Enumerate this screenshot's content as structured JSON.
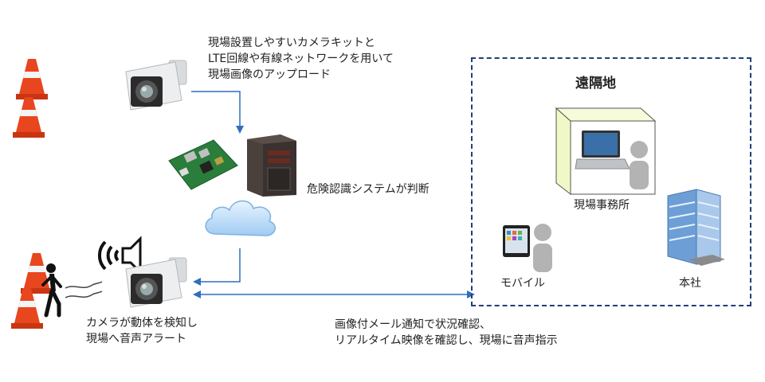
{
  "captions": {
    "upload_line1": "現場設置しやすいカメラキットと",
    "upload_line2": "LTE回線や有線ネットワークを用いて",
    "upload_line3": "現場画像のアップロード",
    "judge": "危険認識システムが判断",
    "detect_line1": "カメラが動体を検知し",
    "detect_line2": "現場へ音声アラート",
    "notify_line1": "画像付メール通知で状況確認、",
    "notify_line2": "リアルタイム映像を確認し、現場に音声指示"
  },
  "remote": {
    "title": "遠隔地",
    "office": "現場事務所",
    "mobile": "モバイル",
    "hq": "本社"
  },
  "colors": {
    "arrow": "#2e6fc0",
    "dashed_border": "#1f3f7a",
    "cone": "#e8461e"
  }
}
